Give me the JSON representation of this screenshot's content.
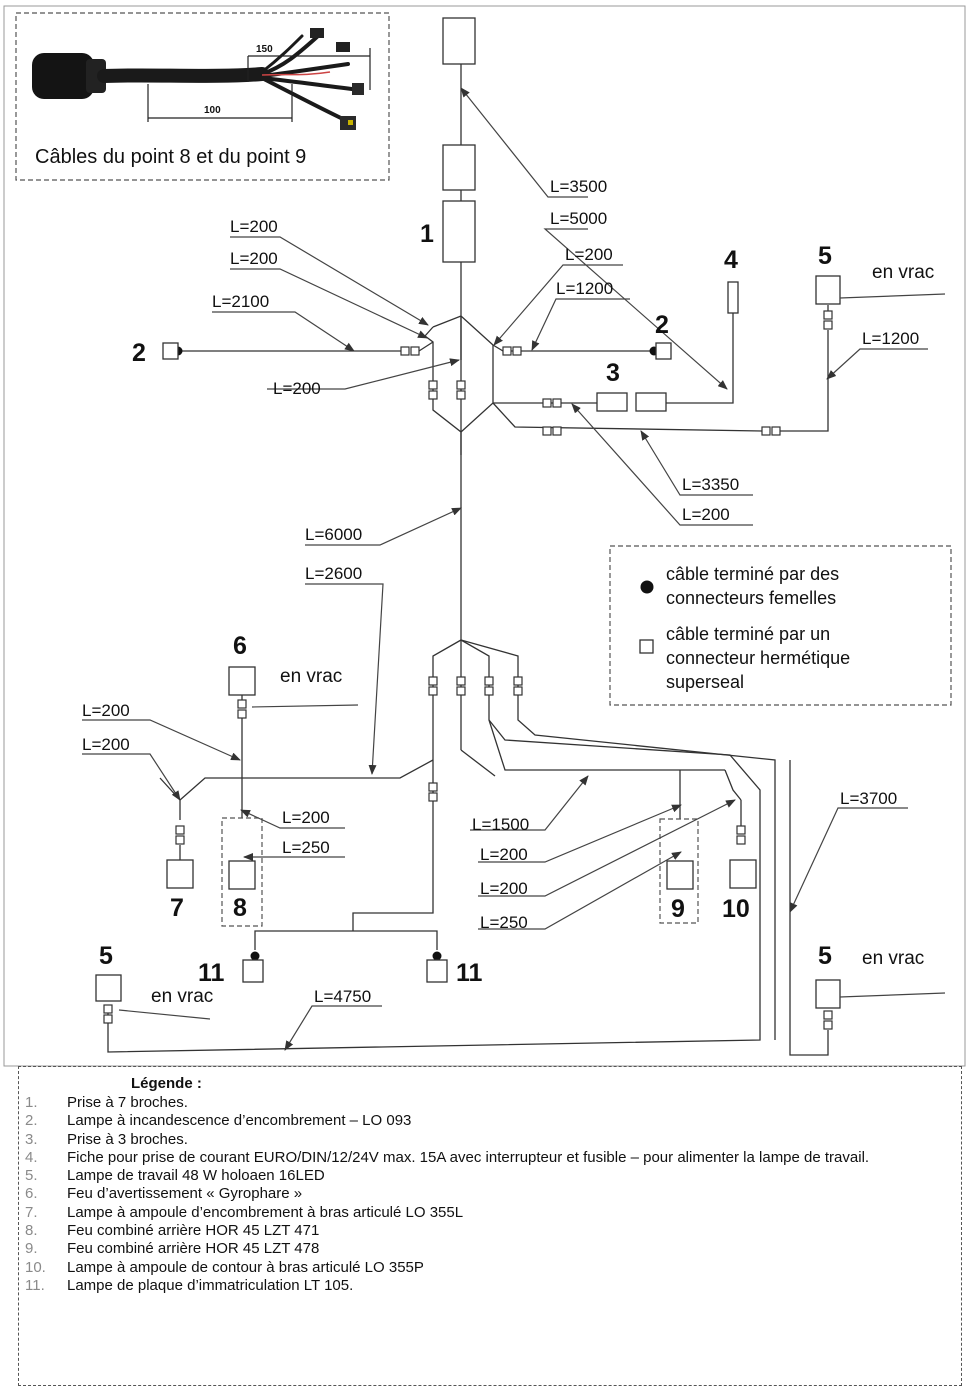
{
  "photo_caption": "Câbles du point 8 et du point 9",
  "photo_dims": [
    "150",
    "100"
  ],
  "lengths": {
    "l3500": "L=3500",
    "l5000": "L=5000",
    "l200a": "L=200",
    "l200b": "L=200",
    "l2100": "L=2100",
    "l200c": "L=200",
    "l200d": "L=200",
    "l1200a": "L=1200",
    "l1200b": "L=1200",
    "l3350": "L=3350",
    "l200e": "L=200",
    "l6000": "L=6000",
    "l2600": "L=2600",
    "l200f": "L=200",
    "l200g": "L=200",
    "l200h": "L=200",
    "l250a": "L=250",
    "l1500": "L=1500",
    "l200i": "L=200",
    "l200j": "L=200",
    "l250b": "L=250",
    "l3700": "L=3700",
    "l4750": "L=4750"
  },
  "numbers": {
    "n1": "1",
    "n2a": "2",
    "n2b": "2",
    "n3": "3",
    "n4": "4",
    "n5a": "5",
    "n6": "6",
    "n7": "7",
    "n8": "8",
    "n9": "9",
    "n10": "10",
    "n11a": "11",
    "n11b": "11",
    "n5b": "5",
    "n5c": "5"
  },
  "en_vrac": "en vrac",
  "key": {
    "female": [
      "câble terminé par des",
      "connecteurs femelles"
    ],
    "superseal": [
      "câble terminé par un",
      "connecteur hermétique",
      "superseal"
    ]
  },
  "legend": {
    "title": "Légende :",
    "items": [
      {
        "n": "1.",
        "text": "Prise à 7 broches."
      },
      {
        "n": "2.",
        "text": "Lampe à incandescence d’encombrement – LO 093"
      },
      {
        "n": "3.",
        "text": "Prise à 3 broches."
      },
      {
        "n": "4.",
        "text": "Fiche pour prise de courant EURO/DIN/12/24V max. 15A avec interrupteur et fusible – pour alimenter la lampe de travail."
      },
      {
        "n": "5.",
        "text": "Lampe de travail 48 W holoaen 16LED"
      },
      {
        "n": "6.",
        "text": "Feu d’avertissement « Gyrophare »"
      },
      {
        "n": "7.",
        "text": "Lampe à ampoule d’encombrement à bras articulé LO 355L"
      },
      {
        "n": "8.",
        "text": "Feu combiné arrière HOR 45 LZT 471"
      },
      {
        "n": "9.",
        "text": "Feu combiné arrière HOR 45 LZT 478"
      },
      {
        "n": "10.",
        "text": "Lampe à ampoule de contour à bras articulé LO 355P"
      },
      {
        "n": "11.",
        "text": "Lampe de plaque d’immatriculation LT 105."
      }
    ]
  }
}
